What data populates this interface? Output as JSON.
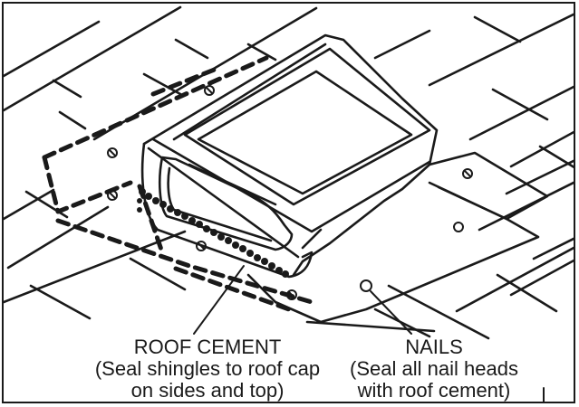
{
  "callouts": {
    "roof_cement": {
      "title": "ROOF CEMENT",
      "note_line1": "(Seal shingles to roof cap",
      "note_line2": "on sides and top)"
    },
    "nails": {
      "title": "NAILS",
      "note_line1": "(Seal all nail heads",
      "note_line2": "with roof cement)"
    }
  },
  "colors": {
    "ink": "#1a1a1a",
    "paper": "#ffffff"
  },
  "icons": [
    "roof-vent-icon",
    "nail-head-icon",
    "roof-cement-bead-icon"
  ]
}
